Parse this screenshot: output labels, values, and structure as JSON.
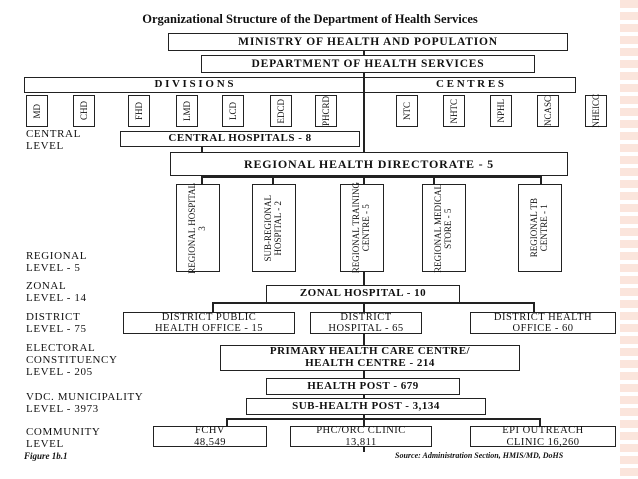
{
  "title": "Organizational Structure of the Department of Health Services",
  "ministry": "MINISTRY OF HEALTH AND POPULATION",
  "department": "DEPARTMENT OF HEALTH SERVICES",
  "divisions": {
    "label": "D I V I S I O N S",
    "items": [
      "MD",
      "CHD",
      "FHD",
      "LMD",
      "LCD",
      "EDCD",
      "PHCRD"
    ]
  },
  "centres": {
    "label": "C E N T R E S",
    "items": [
      "NTC",
      "NHTC",
      "NPHL",
      "NCASC",
      "NHEICC"
    ]
  },
  "levels": {
    "central": "CENTRAL\nLEVEL",
    "regional": "REGIONAL\nLEVEL - 5",
    "zonal": "ZONAL\nLEVEL - 14",
    "district": "DISTRICT\nLEVEL - 75",
    "electoral": "ELECTORAL\nCONSTITUENCY\nLEVEL - 205",
    "vdc": "VDC. MUNICIPALITY\nLEVEL - 3973",
    "community": "COMMUNITY\nLEVEL"
  },
  "central_hospitals": "CENTRAL HOSPITALS - 8",
  "regional_directorate": "REGIONAL HEALTH DIRECTORATE - 5",
  "regional_items": [
    "REGIONAL HOSPITAL\n3",
    "SUB-REGIONAL\nHOSPITAL - 2",
    "REGIONAL TRAINING\nCENTRE - 5",
    "REGIONAL MEDICAL\nSTORE - 5",
    "REGIONAL TB\nCENTRE - 1"
  ],
  "zonal_hospital": "ZONAL HOSPITAL - 10",
  "district_items": [
    "DISTRICT PUBLIC\nHEALTH OFFICE - 15",
    "DISTRICT\nHOSPITAL - 65",
    "DISTRICT HEALTH\nOFFICE - 60"
  ],
  "phc": "PRIMARY HEALTH CARE CENTRE/\nHEALTH CENTRE - 214",
  "health_post": "HEALTH POST - 679",
  "sub_health_post": "SUB-HEALTH POST - 3,134",
  "community_items": [
    "FCHV\n48,549",
    "PHC/ORC CLINIC\n13,811",
    "EPI OUTREACH\nCLINIC 16,260"
  ],
  "figure_label": "Figure 1b.1",
  "source": "Source: Administration Section, HMIS/MD, DoHS"
}
